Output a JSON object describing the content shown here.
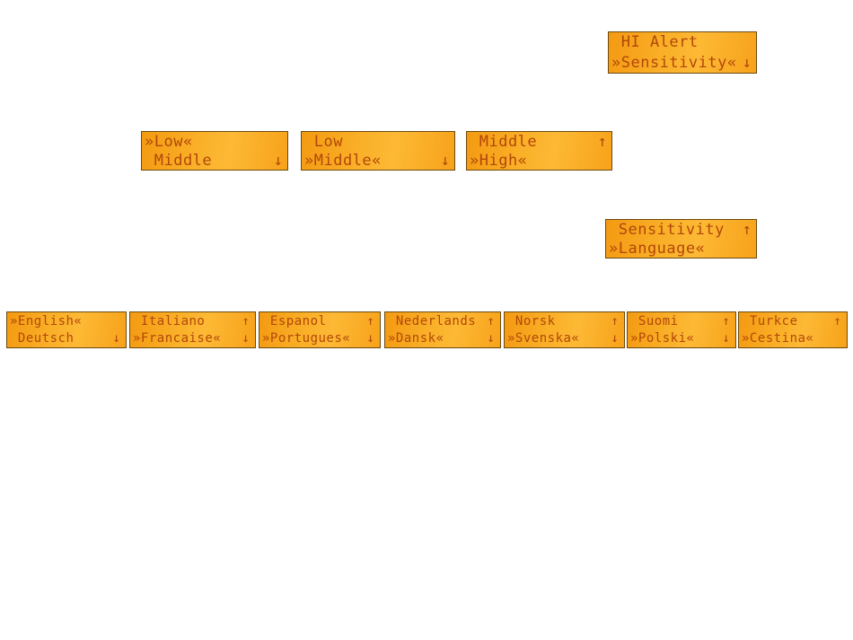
{
  "displays": {
    "hi_alert": {
      "line1": " HI Alert",
      "line2": "»Sensitivity«",
      "arrow1": "",
      "arrow2": "↓"
    },
    "low": {
      "line1": "»Low«",
      "line2": " Middle",
      "arrow1": "",
      "arrow2": "↓"
    },
    "middle": {
      "line1": " Low",
      "line2": "»Middle«",
      "arrow1": "",
      "arrow2": "↓"
    },
    "high": {
      "line1": " Middle",
      "line2": "»High«",
      "arrow1": "↑",
      "arrow2": ""
    },
    "language": {
      "line1": " Sensitivity",
      "line2": "»Language«",
      "arrow1": "↑",
      "arrow2": ""
    },
    "english": {
      "line1": "»English«",
      "line2": " Deutsch",
      "arrow1": "",
      "arrow2": "↓"
    },
    "francaise": {
      "line1": " Italiano",
      "line2": "»Francaise«",
      "arrow1": "↑",
      "arrow2": "↓"
    },
    "portugues": {
      "line1": " Espanol",
      "line2": "»Portugues«",
      "arrow1": "↑",
      "arrow2": "↓"
    },
    "dansk": {
      "line1": " Nederlands",
      "line2": "»Dansk«",
      "arrow1": "↑",
      "arrow2": "↓"
    },
    "svenska": {
      "line1": " Norsk",
      "line2": "»Svenska«",
      "arrow1": "↑",
      "arrow2": "↓"
    },
    "polski": {
      "line1": " Suomi",
      "line2": "»Polski«",
      "arrow1": "↑",
      "arrow2": "↓"
    },
    "cestina": {
      "line1": " Turkce",
      "line2": "»Cestina«",
      "arrow1": "↑",
      "arrow2": ""
    }
  }
}
